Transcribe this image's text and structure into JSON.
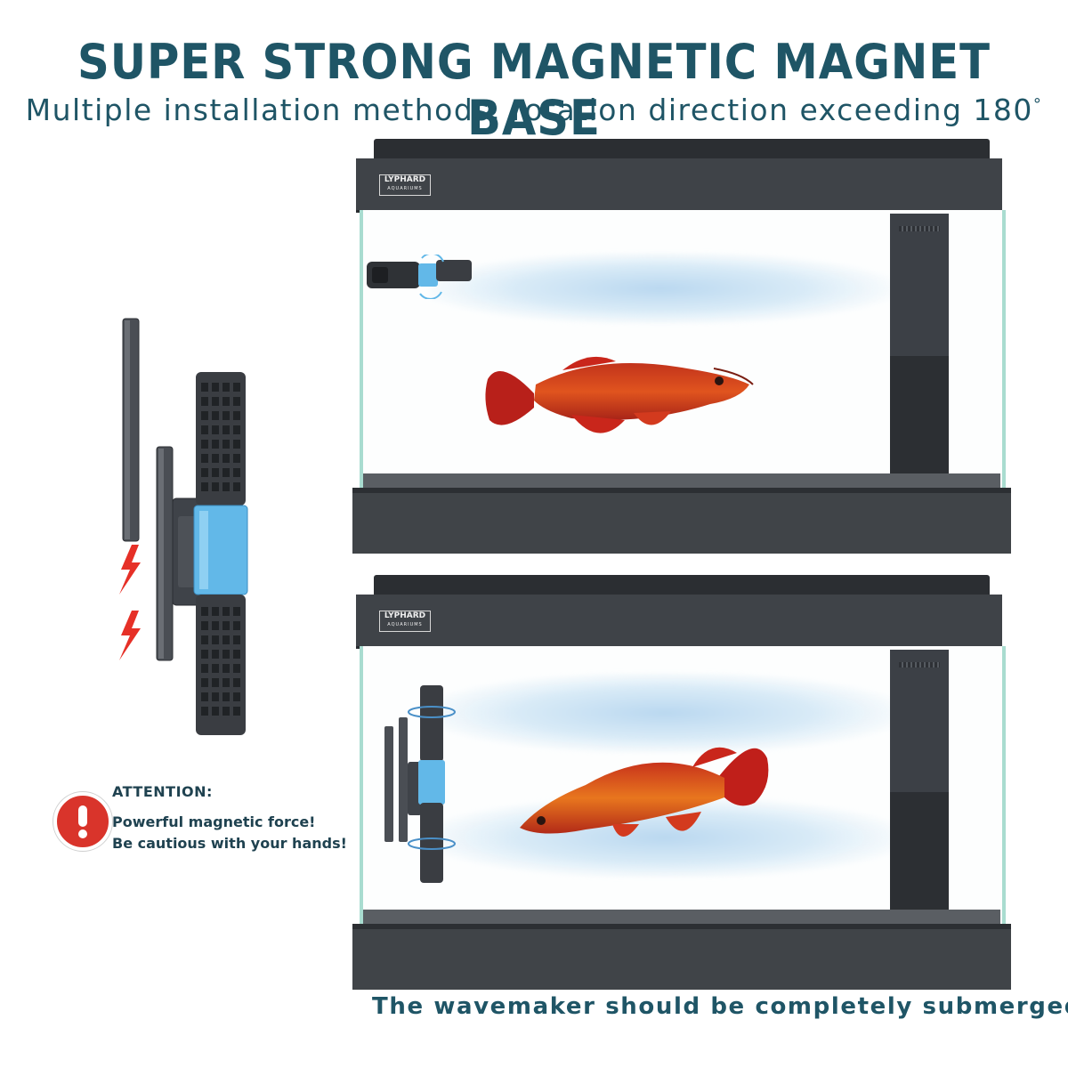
{
  "header": {
    "title": "SUPER STRONG MAGNETIC MAGNET BASE",
    "subtitle": "Multiple installation methods,  rotation direction exceeding 180",
    "degree_symbol": "°"
  },
  "tank": {
    "brand": "LYPHARD",
    "brand_sub": "AQUARIUMS"
  },
  "attention": {
    "title": "ATTENTION:",
    "line1": "Powerful magnetic force!",
    "line2": "Be cautious with your hands!",
    "icon": "warning-exclamation-icon",
    "color": "#d9342b"
  },
  "footer": {
    "note": "The wavemaker should be completely submerged"
  },
  "colors": {
    "heading": "#1f5566",
    "pump_body": "#3a3d42",
    "pump_accent": "#62b8e8",
    "fish": "#d8331e",
    "lightning": "#e63027"
  }
}
